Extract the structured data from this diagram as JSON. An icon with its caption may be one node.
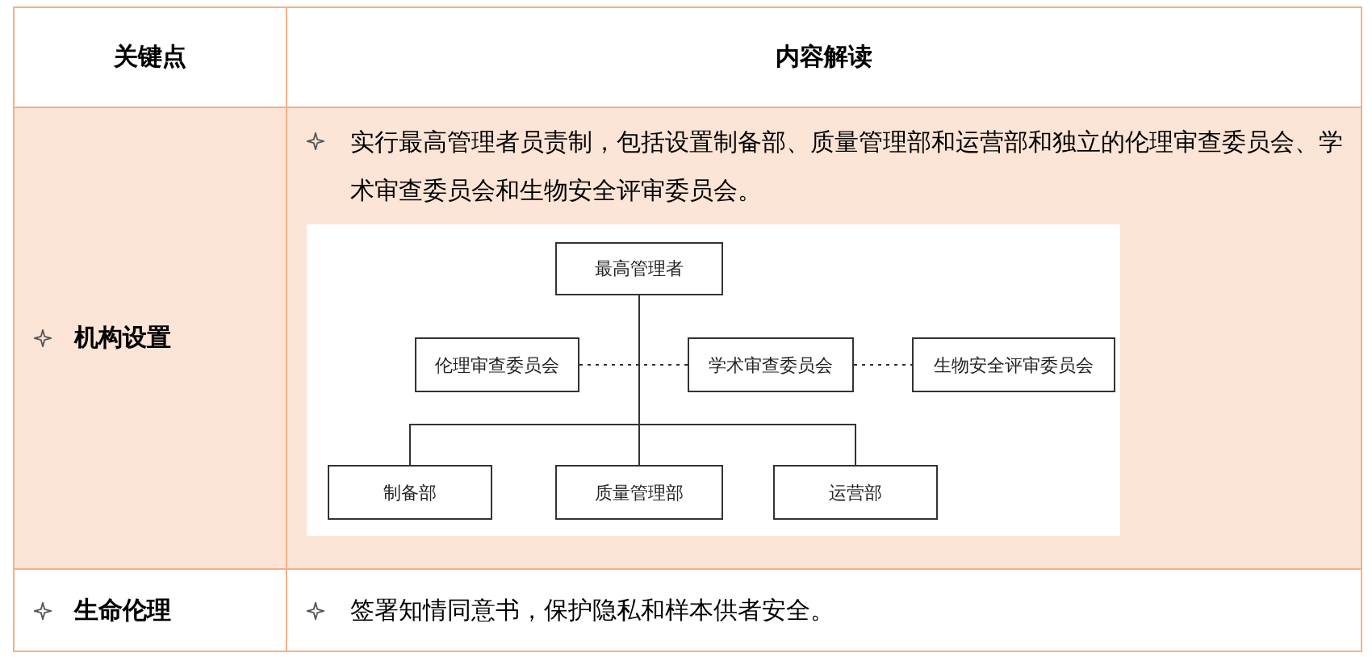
{
  "diagram": {
    "nodes": [
      {
        "text": [
          "最高管理者"
        ]
      },
      {
        "text": [
          "伦理审查委员会"
        ]
      },
      {
        "text": [
          "学术审查委员会"
        ]
      },
      {
        "text": [
          "生物安全评审委员会"
        ]
      },
      {
        "text": [
          "制备部"
        ]
      },
      {
        "text": [
          "质量管理部"
        ]
      },
      {
        "text": [
          "运营部"
        ]
      }
    ],
    "edges": [
      {
        "from": 0,
        "to": 4,
        "arrow": "none"
      },
      {
        "from": 0,
        "to": 5,
        "arrow": "none"
      },
      {
        "from": 0,
        "to": 6,
        "arrow": "none"
      },
      {
        "from": 1,
        "to": 2,
        "arrow": "none",
        "style": "dashed"
      },
      {
        "from": 2,
        "to": 3,
        "arrow": "none",
        "style": "dashed"
      }
    ],
    "labels": [
      "关键点",
      "内容解读",
      "机构设置",
      "实行最高管理者员责制，包括设置制备部、质量管理部和运营部和独立的伦理审查委员会、学术审查委员会和生物安全评审委员会。",
      "生命伦理",
      "签署知情同意书，保护隐私和样本供者安全。"
    ]
  }
}
